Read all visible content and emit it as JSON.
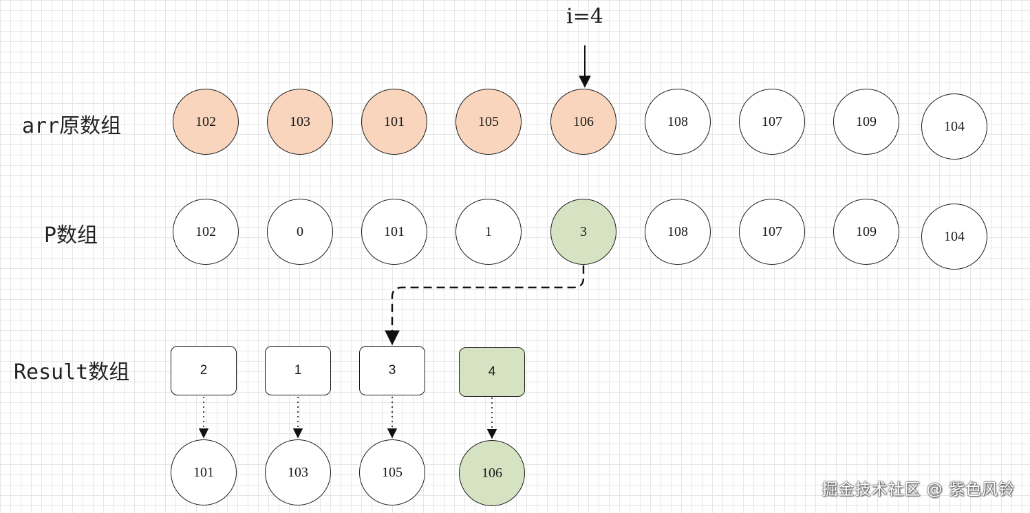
{
  "pointer": {
    "label": "i=4",
    "target_index": 4
  },
  "rows": {
    "arr": {
      "label": "arr原数组",
      "values": [
        "102",
        "103",
        "101",
        "105",
        "106",
        "108",
        "107",
        "109",
        "104"
      ],
      "highlight_upto_index": 4,
      "highlight_color": "#f8d5bc"
    },
    "p": {
      "label": "P数组",
      "values": [
        "102",
        "0",
        "101",
        "1",
        "3",
        "108",
        "107",
        "109",
        "104"
      ],
      "highlight_index": 4,
      "highlight_color": "#d6e3c3"
    },
    "result": {
      "label": "Result数组",
      "indices": [
        "2",
        "1",
        "3",
        "4"
      ],
      "values": [
        "101",
        "103",
        "105",
        "106"
      ],
      "highlight_index": 3,
      "highlight_color": "#d6e3c3"
    }
  },
  "watermark": "掘金技术社区 @ 紫色风铃"
}
